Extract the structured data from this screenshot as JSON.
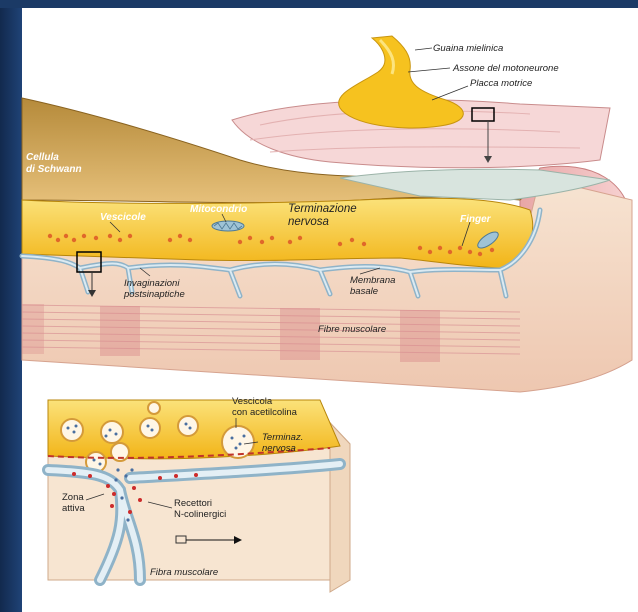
{
  "labels": {
    "guaina": "Guaina mielinica",
    "assone": "Assone del motoneurone",
    "placca": "Placca motrice",
    "schwann1": "Cellula",
    "schwann2": "di Schwann",
    "vescicole": "Vescicole",
    "mitocondrio": "Mitocondrio",
    "terminazione1": "Terminazione",
    "terminazione2": "nervosa",
    "finger": "Finger",
    "invag1": "Invaginazioni",
    "invag2": "postsinaptiche",
    "membrana1": "Membrana",
    "membrana2": "basale",
    "fibre": "Fibre muscolare",
    "vescicola1": "Vescicola",
    "vescicola2": "con acetilcolina",
    "terminaz1": "Terminaz.",
    "terminaz2": "nervosa",
    "zona1": "Zona",
    "zona2": "attiva",
    "recettori1": "Recettori",
    "recettori2": "N-colinergici",
    "fibra": "Fibra muscolare"
  },
  "colors": {
    "nerve": "#f5c51c",
    "nerve_dark": "#d8a21a",
    "schwann": "#c99a3a",
    "muscle": "#f4d9c2",
    "muscle_stripe": "#d98c8c",
    "membrane": "#aac7d9",
    "vesicle": "#e58a2c",
    "frame": "#1b3a66"
  }
}
